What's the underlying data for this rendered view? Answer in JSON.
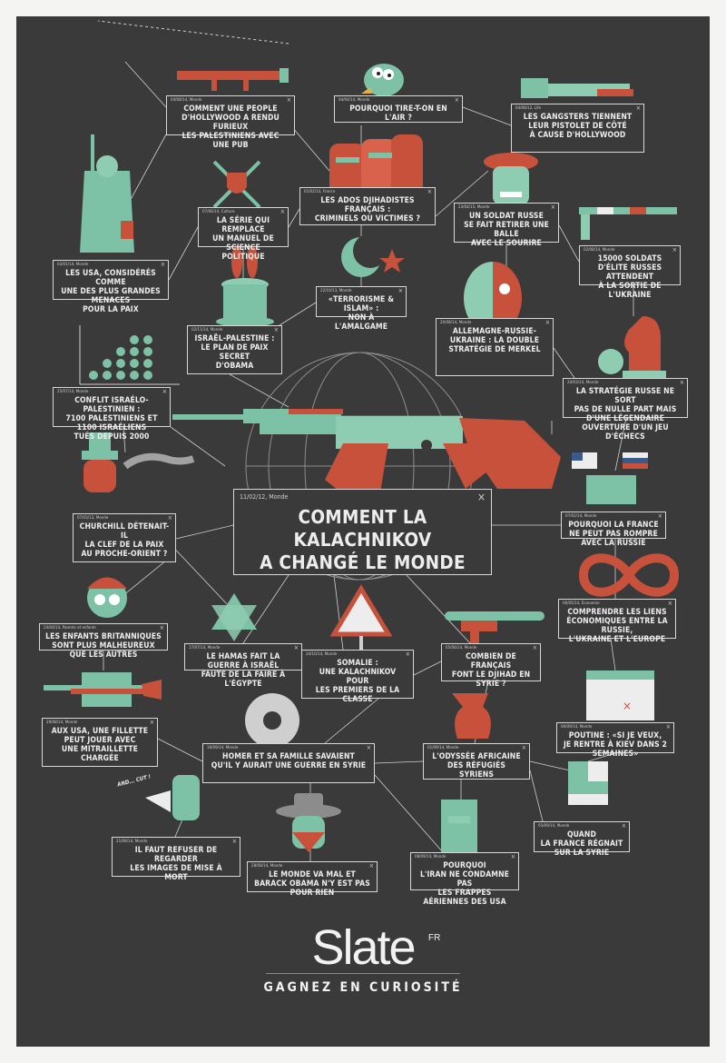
{
  "colors": {
    "background": "#3a3a3a",
    "red": "#c8513c",
    "teal": "#7dc2a6",
    "ink": "#ededed",
    "line": "#d0d0d0"
  },
  "main": {
    "meta": "11/02/12, Monde",
    "title": "COMMENT LA KALACHNIKOV\nA CHANGÉ LE MONDE"
  },
  "articles": [
    {
      "id": "people",
      "meta": "04/08/14, Monde",
      "title": "COMMENT UNE PEOPLE\nD'HOLLYWOOD A RENDU FURIEUX\nLES PALESTINIENS AVEC UNE PUB"
    },
    {
      "id": "tirer",
      "meta": "04/04/14, Monde",
      "title": "POURQUOI TIRE-T-ON EN L'AIR ?"
    },
    {
      "id": "gangsters",
      "meta": "04/08/12, Life",
      "title": "LES GANGSTERS TIENNENT\nLEUR PISTOLET DE CÔTÉ\nÀ CAUSE D'HOLLYWOOD"
    },
    {
      "id": "serie",
      "meta": "07/06/14, Culture",
      "title": "LA SÉRIE QUI REMPLACE\nUN MANUEL DE SCIENCE\nPOLITIQUE"
    },
    {
      "id": "ados",
      "meta": "01/02/14, France",
      "title": "LES ADOS DJIHADISTES FRANÇAIS :\nCRIMINELS OU VICTIMES ?"
    },
    {
      "id": "soldat",
      "meta": "23/04/15, Monde",
      "title": "UN SOLDAT RUSSE\nSE FAIT RETIRER UNE BALLE\nAVEC LE SOURIRE"
    },
    {
      "id": "usa",
      "meta": "03/01/14, Monde",
      "title": "LES USA, CONSIDÉRÉS COMME\nUNE DES PLUS GRANDES MENACES\nPOUR LA PAIX"
    },
    {
      "id": "terrorisme",
      "meta": "22/10/13, Monde",
      "title": "«TERRORISME & ISLAM» :\nNON À L'AMALGAME"
    },
    {
      "id": "soldats15000",
      "meta": "02/08/14, Monde",
      "title": "15000 SOLDATS\nD'ÉLITE RUSSES ATTENDENT\nÀ LA SORTIE DE L'UKRAINE"
    },
    {
      "id": "israel",
      "meta": "02/11/14, Monde",
      "title": "ISRAËL-PALESTINE :\nLE PLAN DE PAIX SECRET\nD'OBAMA"
    },
    {
      "id": "merkel",
      "meta": "20/08/14, Monde",
      "title": "ALLEMAGNE-RUSSIE-\nUKRAINE : LA DOUBLE\nSTRATÉGIE DE MERKEL"
    },
    {
      "id": "conflit",
      "meta": "25/07/14, Monde",
      "title": "CONFLIT ISRAÉLO-PALESTINIEN :\n7100 PALESTINIENS ET 1100 ISRAÉLIENS\nTUÉS DEPUIS 2000"
    },
    {
      "id": "strategie",
      "meta": "20/03/14, Monde",
      "title": "LA STRATÉGIE RUSSE NE SORT\nPAS DE NULLE PART MAIS D'UNE LÉGENDAIRE\nOUVERTURE D'UN JEU D'ÉCHECS"
    },
    {
      "id": "churchill",
      "meta": "07/03/13, Monde",
      "title": "CHURCHILL DÉTENAIT-IL\nLA CLEF DE LA PAIX\nAU PROCHE-ORIENT ?"
    },
    {
      "id": "francerussie",
      "meta": "07/02/14, Monde",
      "title": "POURQUOI LA FRANCE\nNE PEUT PAS ROMPRE AVEC LA RUSSIE"
    },
    {
      "id": "enfants",
      "meta": "24/04/14, Parents et enfants",
      "title": "LES ENFANTS BRITANNIQUES\nSONT PLUS MALHEUREUX QUE LES AUTRES"
    },
    {
      "id": "hamas",
      "meta": "17/07/14, Monde",
      "title": "LE HAMAS FAIT LA GUERRE À ISRAËL\nFAUTE DE LA FAIRE À L'ÉGYPTE"
    },
    {
      "id": "somalie",
      "meta": "24/10/14, Monde",
      "title": "SOMALIE :\nUNE KALACHNIKOV POUR\nLES PREMIERS DE LA CLASSE"
    },
    {
      "id": "djihad",
      "meta": "05/06/14, Monde",
      "title": "COMBIEN DE FRANÇAIS\nFONT LE DJIHAD EN SYRIE ?"
    },
    {
      "id": "liens",
      "meta": "06/05/14, Économie",
      "title": "COMPRENDRE LES LIENS\nÉCONOMIQUES ENTRE LA RUSSIE,\nL'UKRAINE ET L'EUROPE"
    },
    {
      "id": "fillette",
      "meta": "29/08/14, Monde",
      "title": "AUX USA, UNE FILLETTE\nPEUT JOUER AVEC\nUNE MITRAILLETTE CHARGÉE"
    },
    {
      "id": "homer",
      "meta": "16/09/14, Monde",
      "title": "HOMER ET SA FAMILLE SAVAIENT\nQU'IL Y AURAIT UNE GUERRE EN SYRIE"
    },
    {
      "id": "odyssee",
      "meta": "01/09/14, Monde",
      "title": "L'ODYSSÉE AFRICAINE\nDES RÉFUGIÉS SYRIENS"
    },
    {
      "id": "poutine",
      "meta": "06/09/14, Monde",
      "title": "POUTINE : «SI JE VEUX,\nJE RENTRE À KIEV DANS 2 SEMAINES»"
    },
    {
      "id": "images",
      "meta": "21/08/14, Monde",
      "title": "IL FAUT REFUSER DE REGARDER\nLES IMAGES DE MISE À MORT"
    },
    {
      "id": "obama",
      "meta": "28/08/14, Monde",
      "title": "LE MONDE VA MAL ET\nBARACK OBAMA N'Y EST PAS POUR RIEN"
    },
    {
      "id": "iran",
      "meta": "08/09/14, Monde",
      "title": "POURQUOI\nL'IRAN NE CONDAMNE PAS\nLES FRAPPES AÉRIENNES DES USA"
    },
    {
      "id": "quand",
      "meta": "05/09/14, Monde",
      "title": "QUAND\nLA FRANCE RÉGNAIT SUR LA SYRIE"
    }
  ],
  "ui": {
    "close_glyph": "×"
  },
  "brand": {
    "logo": "Slate",
    "superscript": "FR",
    "tagline": "GAGNEZ EN CURIOSITÉ"
  },
  "illustration_text": {
    "cut": "AND... CUT !"
  },
  "icons": [
    "rocket-launcher-icon",
    "bird-icon",
    "pistol-icon",
    "statue-of-liberty-icon",
    "crossed-swords-shield-icon",
    "hooded-youths-icon",
    "russian-soldier-icon",
    "crescent-star-icon",
    "barrier-gate-icon",
    "magic-hat-rabbit-icon",
    "split-face-icon",
    "skull-graph-icon",
    "chess-knight-icon",
    "ak47-icon",
    "globe-icon",
    "churchill-icon",
    "flags-icon",
    "infinity-knot-icon",
    "child-glasses-icon",
    "star-of-david-icon",
    "school-sign-icon",
    "gun-icon",
    "calendar-icon",
    "briefcase-gun-icon",
    "donut-icon",
    "vase-icon",
    "syria-flag-icon",
    "director-megaphone-icon",
    "cowboy-bandit-icon",
    "quran-book-icon"
  ]
}
